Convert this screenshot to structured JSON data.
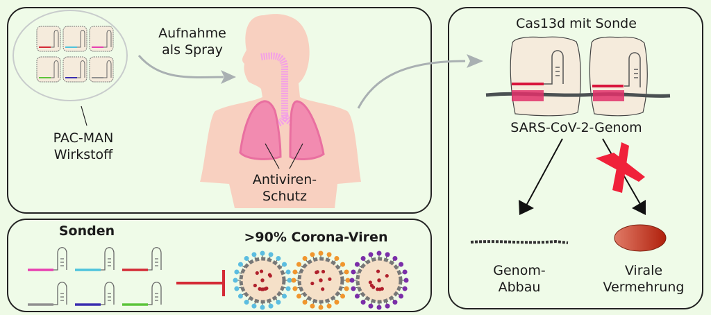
{
  "panels": {
    "delivery": {
      "drug_label_line1": "PAC-MAN",
      "drug_label_line2": "Wirkstoff",
      "intake_label_line1": "Aufnahme",
      "intake_label_line2": "als Spray",
      "protection_label_line1": "Antiviren-",
      "protection_label_line2": "Schutz"
    },
    "probes": {
      "title": "Sonden",
      "target_title": ">90% Corona-Viren",
      "probe_colors": [
        "#e83fb0",
        "#4ec3dc",
        "#d42a35",
        "#909090",
        "#3a2eb0",
        "#5cc43a"
      ],
      "virus_spike_colors": [
        "#5bbde0",
        "#f0962e",
        "#7a2ea8"
      ]
    },
    "mechanism": {
      "title": "Cas13d mit Sonde",
      "genome_label": "SARS-CoV-2-Genom",
      "outcome_left_line1": "Genom-",
      "outcome_left_line2": "Abbau",
      "outcome_right_line1": "Virale",
      "outcome_right_line2": "Vermehrung"
    }
  },
  "colors": {
    "background": "#eefae6",
    "arrow_gray": "#a9b0b2",
    "block_red": "#d42a35",
    "cross_red": "#f0213a",
    "cas_body": "#f5ebdc",
    "skin": "#f8d0c0",
    "lung": "#f28bb0"
  }
}
